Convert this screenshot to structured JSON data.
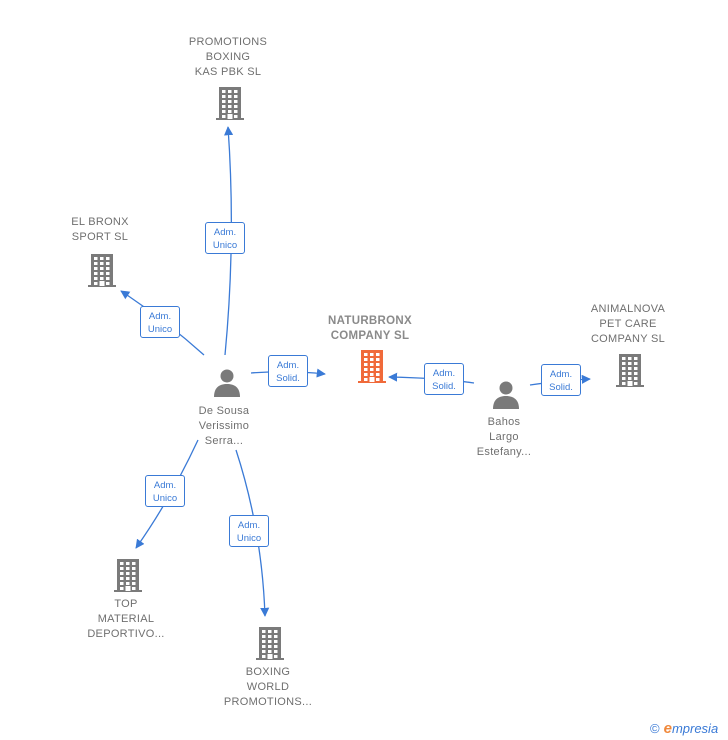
{
  "colors": {
    "edge": "#3a7ad6",
    "company": "#7a7a7a",
    "company_main": "#f06a3a",
    "person": "#7a7a7a",
    "text": "#6f6f6f"
  },
  "nodes": {
    "promotions_boxing": {
      "lines": [
        "PROMOTIONS",
        "BOXING",
        "KAS PBK  SL"
      ],
      "icon": "building-icon"
    },
    "el_bronx": {
      "lines": [
        "EL BRONX",
        "SPORT  SL"
      ],
      "icon": "building-icon"
    },
    "naturbronx": {
      "lines": [
        "NATURBRONX",
        "COMPANY  SL"
      ],
      "icon": "building-icon"
    },
    "animalnova": {
      "lines": [
        "ANIMALNOVA",
        "PET CARE",
        "COMPANY  SL"
      ],
      "icon": "building-icon"
    },
    "de_sousa": {
      "lines": [
        "De Sousa",
        "Verissimo",
        "Serra..."
      ],
      "icon": "person-icon"
    },
    "bahos": {
      "lines": [
        "Bahos",
        "Largo",
        "Estefany..."
      ],
      "icon": "person-icon"
    },
    "top_material": {
      "lines": [
        "TOP",
        "MATERIAL",
        "DEPORTIVO..."
      ],
      "icon": "building-icon"
    },
    "boxing_world": {
      "lines": [
        "BOXING",
        "WORLD",
        "PROMOTIONS..."
      ],
      "icon": "building-icon"
    }
  },
  "edges": [
    {
      "id": "e1",
      "from": "de_sousa",
      "to": "promotions_boxing",
      "lines": [
        "Adm.",
        "Unico"
      ]
    },
    {
      "id": "e2",
      "from": "de_sousa",
      "to": "el_bronx",
      "lines": [
        "Adm.",
        "Unico"
      ]
    },
    {
      "id": "e3",
      "from": "de_sousa",
      "to": "naturbronx",
      "lines": [
        "Adm.",
        "Solid."
      ]
    },
    {
      "id": "e4",
      "from": "bahos",
      "to": "naturbronx",
      "lines": [
        "Adm.",
        "Solid."
      ]
    },
    {
      "id": "e5",
      "from": "bahos",
      "to": "animalnova",
      "lines": [
        "Adm.",
        "Solid."
      ]
    },
    {
      "id": "e6",
      "from": "de_sousa",
      "to": "top_material",
      "lines": [
        "Adm.",
        "Unico"
      ]
    },
    {
      "id": "e7",
      "from": "de_sousa",
      "to": "boxing_world",
      "lines": [
        "Adm.",
        "Unico"
      ]
    }
  ],
  "brand": {
    "copyright": "©",
    "initial": "e",
    "name": "mpresia"
  }
}
